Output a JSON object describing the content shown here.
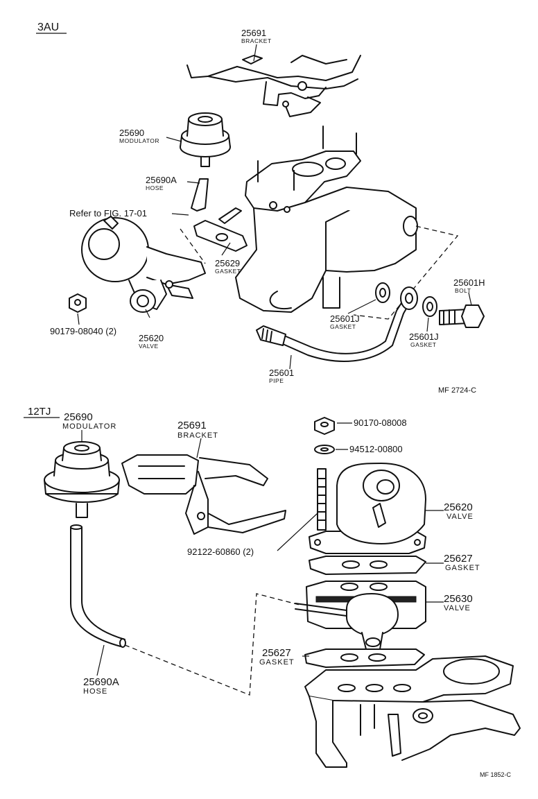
{
  "top_section": {
    "tag": "3AU",
    "code": "MF  2724-C",
    "parts": {
      "bracket": {
        "number": "25691",
        "name": "BRACKET"
      },
      "modulator": {
        "number": "25690",
        "name": "MODULATOR"
      },
      "hose": {
        "number": "25690A",
        "name": "HOSE"
      },
      "gasket_25629": {
        "number": "25629",
        "name": "GASKET"
      },
      "bolt": {
        "number": "25601H",
        "name": "BOLT"
      },
      "gasket_j_left": {
        "number": "25601J",
        "name": "GASKET"
      },
      "gasket_j_right": {
        "number": "25601J",
        "name": "GASKET"
      },
      "valve": {
        "number": "25620",
        "name": "VALVE"
      },
      "pipe": {
        "number": "25601",
        "name": "PIPE"
      },
      "nut": {
        "number": "90179-08040 (2)"
      }
    },
    "refer": "Refer to  FIG. 17-01"
  },
  "bottom_section": {
    "tag": "12TJ",
    "code": "MF  1852-C",
    "parts": {
      "modulator": {
        "number": "25690",
        "name": "MODULATOR"
      },
      "bracket": {
        "number": "25691",
        "name": "BRACKET"
      },
      "nut": {
        "number": "90170-08008"
      },
      "washer": {
        "number": "94512-00800"
      },
      "valve": {
        "number": "25620",
        "name": "VALVE"
      },
      "stud": {
        "number": "92122-60860 (2)"
      },
      "gasket_upper": {
        "number": "25627",
        "name": "GASKET"
      },
      "valve_25630": {
        "number": "25630",
        "name": "VALVE"
      },
      "gasket_lower": {
        "number": "25627",
        "name": "GASKET"
      },
      "hose": {
        "number": "25690A",
        "name": "HOSE"
      }
    }
  }
}
